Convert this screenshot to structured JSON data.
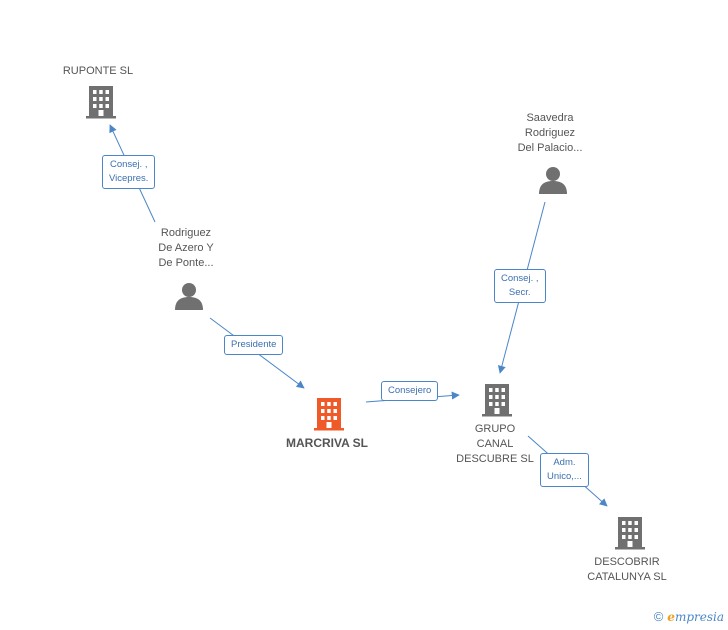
{
  "colors": {
    "edge": "#4a86c8",
    "company": "#707070",
    "company_main": "#f05a28",
    "person": "#707070"
  },
  "nodes": {
    "ruponte": {
      "label": "RUPONTE SL",
      "type": "company"
    },
    "rodriguez": {
      "label": "Rodriguez\nDe Azero Y\nDe Ponte...",
      "type": "person"
    },
    "marcriva": {
      "label": "MARCRIVA SL",
      "type": "company-main"
    },
    "saavedra": {
      "label": "Saavedra\nRodriguez\nDel Palacio...",
      "type": "person"
    },
    "grupo": {
      "label": "GRUPO\nCANAL\nDESCUBRE SL",
      "type": "company"
    },
    "descobrir": {
      "label": "DESCOBRIR\nCATALUNYA SL",
      "type": "company"
    }
  },
  "edges": {
    "consej_vicepres": "Consej. ,\nVicepres.",
    "presidente": "Presidente",
    "consejero": "Consejero",
    "consej_secr": "Consej. ,\nSecr.",
    "adm_unico": "Adm.\nUnico,..."
  },
  "footer": {
    "copyright": "©",
    "brand_initial": "e",
    "brand_rest": "mpresia"
  }
}
